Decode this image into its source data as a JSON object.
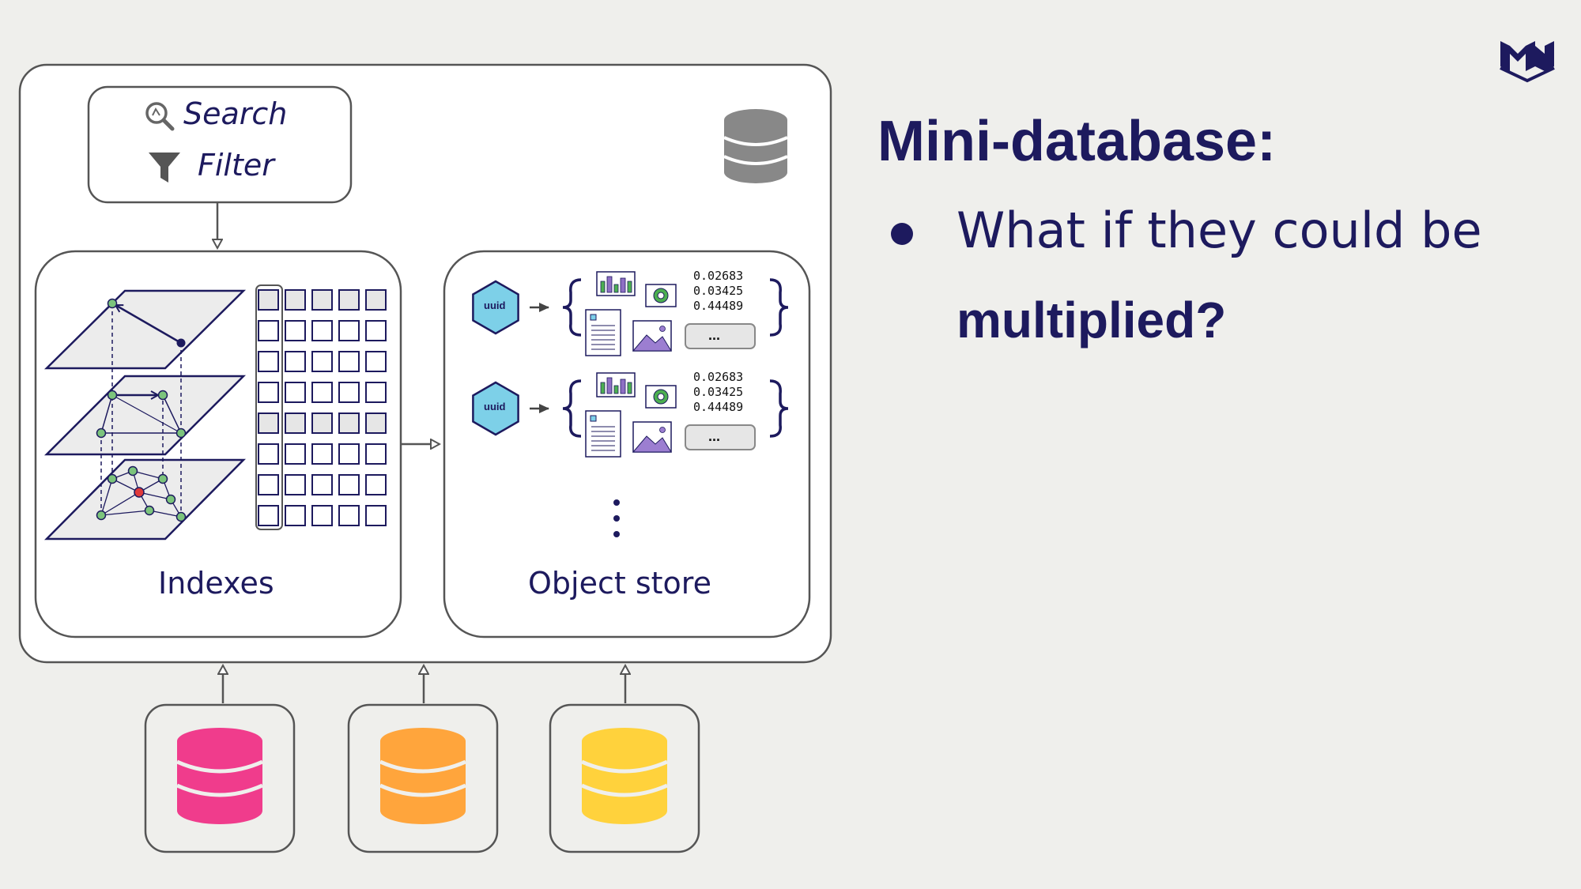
{
  "slide": {
    "title": "Mini-database:",
    "bullet": {
      "text": "What if they could be",
      "emphasis": "multiplied?"
    }
  },
  "diagram": {
    "search_label": "Search",
    "filter_label": "Filter",
    "indexes_label": "Indexes",
    "object_store_label": "Object store",
    "uuid_label": "uuid",
    "vector_values": [
      "0.02683",
      "0.03425",
      "0.44489"
    ],
    "more_label": "...",
    "source_db_colors": [
      "#f03c8c",
      "#ffa53c",
      "#ffd23c"
    ]
  },
  "icons": [
    "logo-icon",
    "database-icon",
    "search-icon",
    "filter-icon",
    "uuid-icon",
    "chart-icon",
    "image-icon",
    "document-icon"
  ]
}
